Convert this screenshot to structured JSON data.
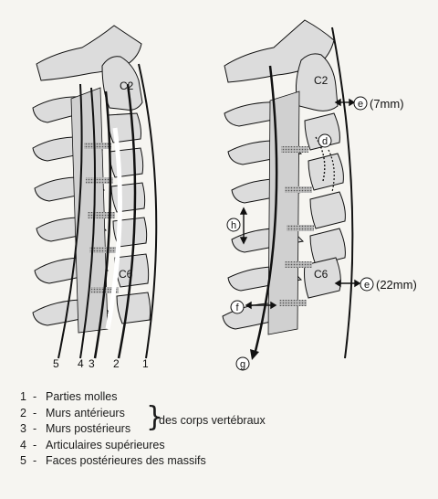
{
  "left_diagram": {
    "vertebra_labels": [
      "C2",
      "C6"
    ],
    "line_numbers": [
      "5",
      "4",
      "3",
      "2",
      "1"
    ]
  },
  "right_diagram": {
    "vertebra_labels": [
      "C2",
      "C6"
    ],
    "markers": {
      "e_top": {
        "letter": "e",
        "value": "(7mm)"
      },
      "e_bottom": {
        "letter": "e",
        "value": "(22mm)"
      },
      "d": {
        "letter": "d"
      },
      "h": {
        "letter": "h"
      },
      "f": {
        "letter": "f"
      },
      "g": {
        "letter": "g"
      }
    }
  },
  "legend": {
    "items": [
      {
        "num": "1",
        "dash": "-",
        "text": "Parties molles"
      },
      {
        "num": "2",
        "dash": "-",
        "text": "Murs antérieurs"
      },
      {
        "num": "3",
        "dash": "-",
        "text": "Murs postérieurs"
      },
      {
        "num": "4",
        "dash": "-",
        "text": "Articulaires supérieures"
      },
      {
        "num": "5",
        "dash": "-",
        "text": "Faces postérieures des massifs"
      }
    ],
    "brace_text": "des corps vertébraux"
  },
  "colors": {
    "bone_fill": "#dcdcdc",
    "stroke": "#111111",
    "disc_fill": "#9a9a9a"
  }
}
